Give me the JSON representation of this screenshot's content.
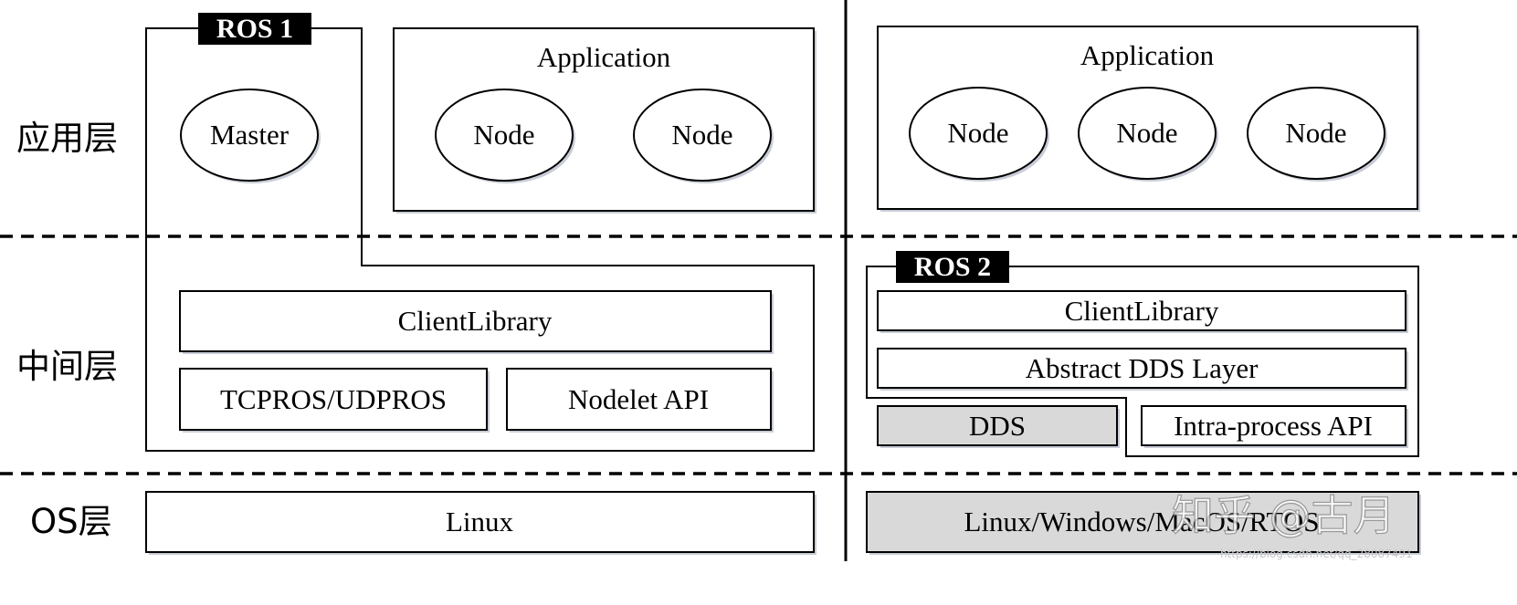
{
  "layers": {
    "application": "应用层",
    "middleware": "中间层",
    "os": "OS层"
  },
  "ros1": {
    "tag": "ROS 1",
    "master": "Master",
    "application_title": "Application",
    "nodes": [
      "Node",
      "Node"
    ],
    "client_library": "ClientLibrary",
    "transport": "TCPROS/UDPROS",
    "nodelet": "Nodelet API",
    "os": "Linux"
  },
  "ros2": {
    "tag": "ROS 2",
    "application_title": "Application",
    "nodes": [
      "Node",
      "Node",
      "Node"
    ],
    "client_library": "ClientLibrary",
    "abstract_dds": "Abstract DDS Layer",
    "dds": "DDS",
    "intra_process": "Intra-process API",
    "os": "Linux/Windows/MacOS/RTOS"
  },
  "watermark": {
    "text": "知乎 @古月",
    "url": "https://blog.csdn.net/qq_28087491"
  },
  "colors": {
    "line": "#000000",
    "gray_fill": "#d9d9d9",
    "tag_bg": "#000000",
    "tag_text": "#ffffff"
  }
}
